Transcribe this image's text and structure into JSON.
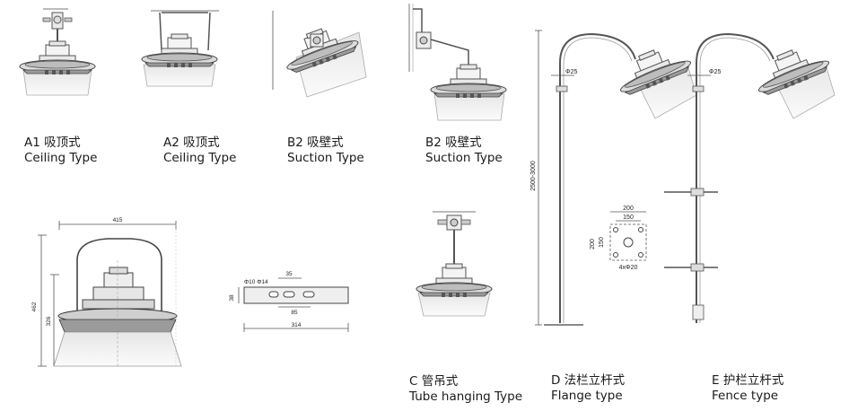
{
  "captions": {
    "a1": {
      "cn": "A1 吸顶式",
      "en": "Ceiling Type"
    },
    "a2": {
      "cn": "A2 吸顶式",
      "en": "Ceiling  Type"
    },
    "b2_left": {
      "cn": "B2 吸壁式",
      "en": "Suction Type"
    },
    "b2_right": {
      "cn": "B2 吸壁式",
      "en": "Suction Type"
    },
    "c": {
      "cn": "C 管吊式",
      "en": "Tube hanging Type"
    },
    "d": {
      "cn": "D 法栏立杆式",
      "en": "Flange type"
    },
    "e": {
      "cn": "E 护栏立杆式",
      "en": "Fence type"
    }
  },
  "dimensions": {
    "lamp_width": "415",
    "lamp_height_total": "462",
    "lamp_height_body": "326",
    "bracket_holes": "Φ10 Φ14",
    "bracket_35": "35",
    "bracket_38": "38",
    "bracket_85": "85",
    "bracket_314": "314",
    "pole_height": "2500-3000",
    "pole_dia_d": "Φ25",
    "pole_dia_e": "Φ25",
    "flange_200_w": "200",
    "flange_150_w": "150",
    "flange_200_h": "200",
    "flange_150_h": "150",
    "flange_holes": "4xΦ20"
  }
}
